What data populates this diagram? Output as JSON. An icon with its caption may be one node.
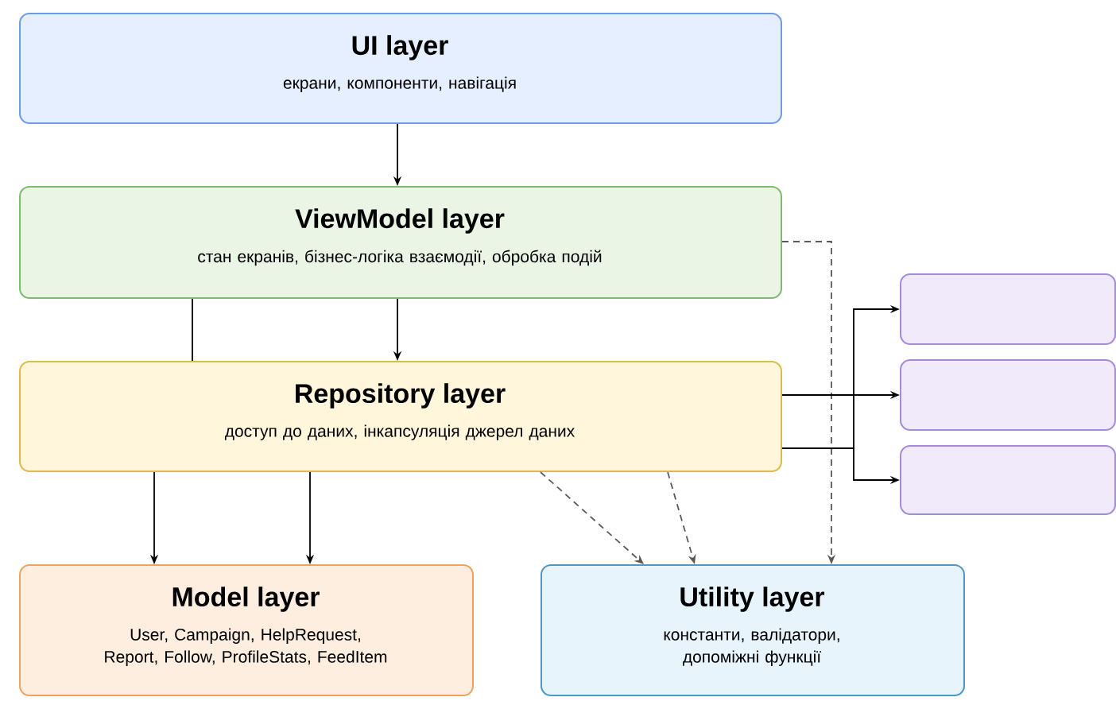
{
  "diagram": {
    "nodes": [
      {
        "text": [
          "UI layer",
          "екрани, компоненти, навігація"
        ]
      },
      {
        "text": [
          "ViewModel layer",
          "стан екранів, бізнес-логіка взаємодії, обробка подій"
        ]
      },
      {
        "text": [
          "Repository layer",
          "доступ до даних, інкапсуляція джерел даних"
        ]
      },
      {
        "text": [],
        "shape": "box"
      },
      {
        "text": [],
        "shape": "box"
      },
      {
        "text": [],
        "shape": "box"
      },
      {
        "text": [
          "Model layer",
          "User, Campaign, HelpRequest, Report, Follow, ProfileStats, FeedItem"
        ]
      },
      {
        "text": [
          "Utility layer",
          "константи, валідатори, допоміжні функції"
        ]
      }
    ],
    "edges": [
      {
        "from": 0,
        "to": 1,
        "arrow": "to"
      },
      {
        "from": 1,
        "to": 2,
        "arrow": "to"
      },
      {
        "from": 1,
        "to": 2,
        "arrow": "none"
      },
      {
        "from": 1,
        "to": 7,
        "arrow": "to",
        "style": "dashed"
      },
      {
        "from": 2,
        "to": 3,
        "arrow": "to"
      },
      {
        "from": 2,
        "to": 4,
        "arrow": "to"
      },
      {
        "from": 2,
        "to": 5,
        "arrow": "to"
      },
      {
        "from": 2,
        "to": 6,
        "arrow": "to"
      },
      {
        "from": 2,
        "to": 6,
        "arrow": "to"
      },
      {
        "from": 2,
        "to": 7,
        "arrow": "to",
        "style": "dashed"
      },
      {
        "from": 2,
        "to": 7,
        "arrow": "to",
        "style": "dashed"
      }
    ]
  }
}
